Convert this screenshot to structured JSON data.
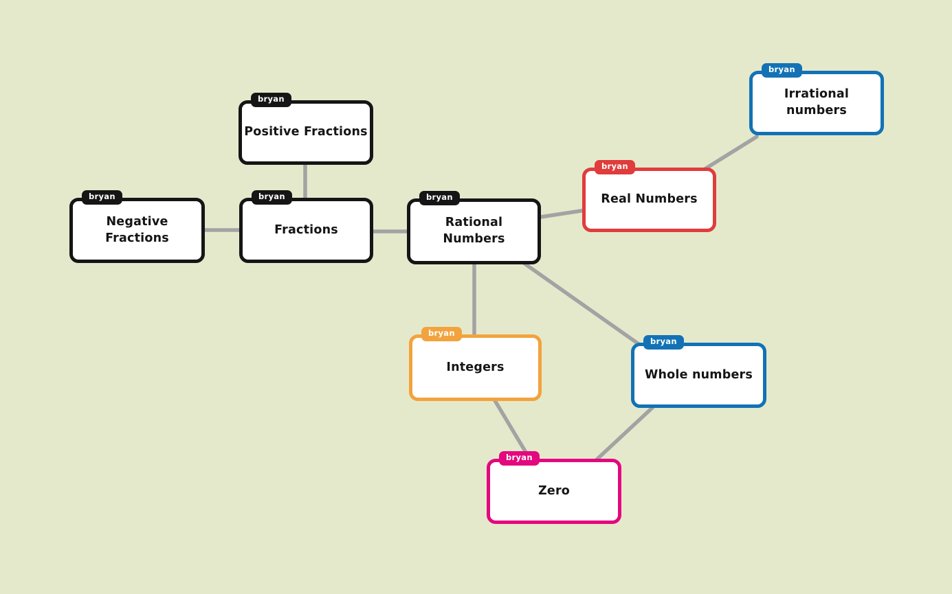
{
  "app": {
    "author_badge": "bryan"
  },
  "canvas": {
    "background_color": "#e5e9cc",
    "edge_color": "#a3a3a3",
    "node_fill": "#ffffff",
    "text_color": "#151515"
  },
  "colors": {
    "black": "#151515",
    "red": "#e03c3c",
    "blue": "#1272b5",
    "orange": "#f2a33d",
    "pink": "#e3087e"
  },
  "nodes": [
    {
      "id": "positive-fractions",
      "label": "Positive Fractions",
      "badge": "bryan",
      "border_color": "#151515"
    },
    {
      "id": "negative-fractions",
      "label": "Negative\nFractions",
      "badge": "bryan",
      "border_color": "#151515"
    },
    {
      "id": "fractions",
      "label": "Fractions",
      "badge": "bryan",
      "border_color": "#151515"
    },
    {
      "id": "rational-numbers",
      "label": "Rational\nNumbers",
      "badge": "bryan",
      "border_color": "#151515"
    },
    {
      "id": "real-numbers",
      "label": "Real Numbers",
      "badge": "bryan",
      "border_color": "#e03c3c"
    },
    {
      "id": "irrational-numbers",
      "label": "Irrational\nnumbers",
      "badge": "bryan",
      "border_color": "#1272b5"
    },
    {
      "id": "integers",
      "label": "Integers",
      "badge": "bryan",
      "border_color": "#f2a33d"
    },
    {
      "id": "whole-numbers",
      "label": "Whole numbers",
      "badge": "bryan",
      "border_color": "#1272b5"
    },
    {
      "id": "zero",
      "label": "Zero",
      "badge": "bryan",
      "border_color": "#e3087e"
    }
  ],
  "edges": [
    {
      "from": "Negative Fractions",
      "to": "Fractions"
    },
    {
      "from": "Positive Fractions",
      "to": "Fractions"
    },
    {
      "from": "Fractions",
      "to": "Rational Numbers"
    },
    {
      "from": "Rational Numbers",
      "to": "Real Numbers"
    },
    {
      "from": "Real Numbers",
      "to": "Irrational numbers"
    },
    {
      "from": "Rational Numbers",
      "to": "Integers"
    },
    {
      "from": "Rational Numbers",
      "to": "Whole numbers"
    },
    {
      "from": "Integers",
      "to": "Zero"
    },
    {
      "from": "Whole numbers",
      "to": "Zero"
    }
  ]
}
